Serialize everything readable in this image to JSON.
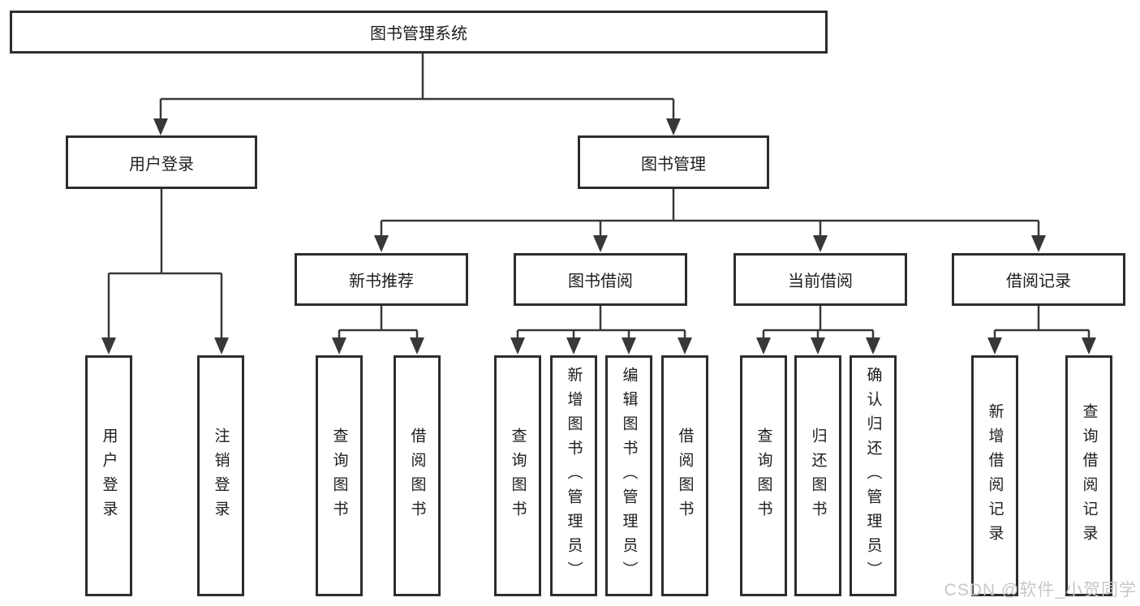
{
  "diagram_type": "hierarchy-tree",
  "tree": {
    "label": "图书管理系统",
    "children": [
      {
        "label": "用户登录",
        "children": [
          {
            "label": "用户登录"
          },
          {
            "label": "注销登录"
          }
        ]
      },
      {
        "label": "图书管理",
        "children": [
          {
            "label": "新书推荐",
            "children": [
              {
                "label": "查询图书"
              },
              {
                "label": "借阅图书"
              }
            ]
          },
          {
            "label": "图书借阅",
            "children": [
              {
                "label": "查询图书"
              },
              {
                "label": "新增图书（管理员）"
              },
              {
                "label": "编辑图书（管理员）"
              },
              {
                "label": "借阅图书"
              }
            ]
          },
          {
            "label": "当前借阅",
            "children": [
              {
                "label": "查询图书"
              },
              {
                "label": "归还图书"
              },
              {
                "label": "确认归还（管理员）"
              }
            ]
          },
          {
            "label": "借阅记录",
            "children": [
              {
                "label": "新增借阅记录"
              },
              {
                "label": "查询借阅记录"
              }
            ]
          }
        ]
      }
    ]
  },
  "watermark": {
    "text": "CSDN @软件_小贺同学",
    "color": "#c7c7cb"
  },
  "colors": {
    "background": "#ffffff",
    "box_border": "#2d2d2d",
    "connector_line": "#383838",
    "text": "#1d1d1f"
  }
}
